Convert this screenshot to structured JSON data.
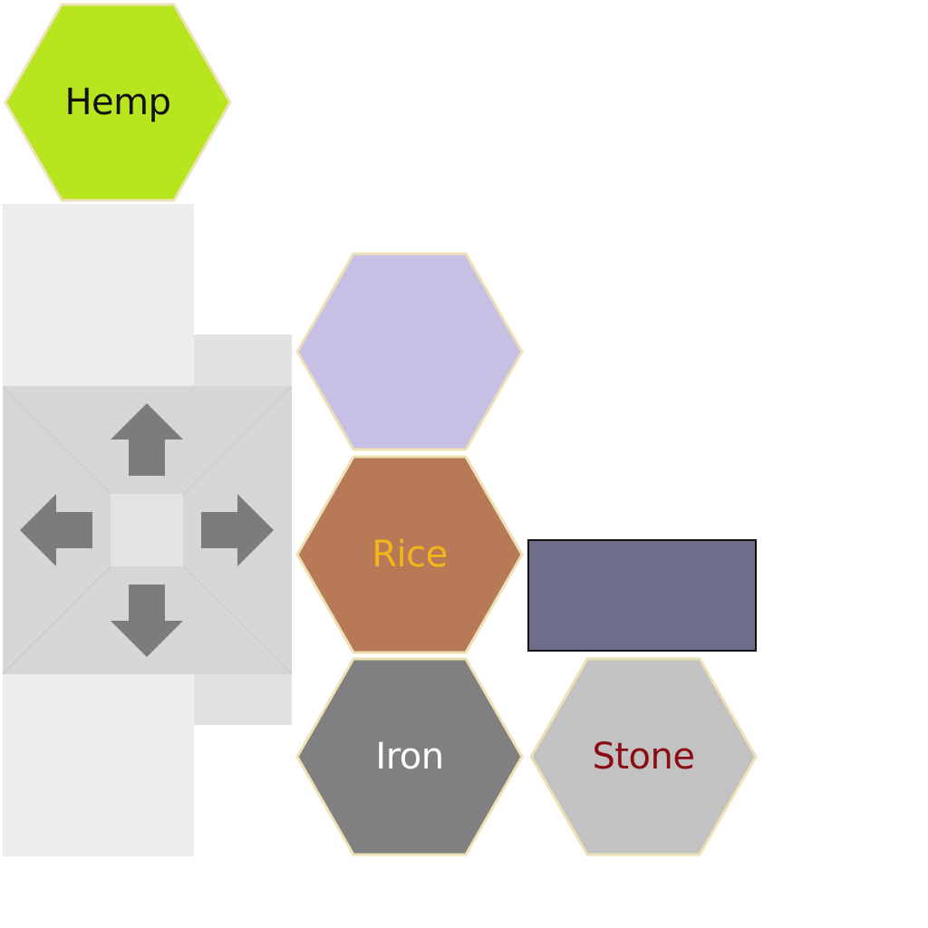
{
  "tiles": [
    {
      "id": "hemp",
      "label": "Hemp",
      "fill": "#b8e61e",
      "text_color": "#111111"
    },
    {
      "id": "purple",
      "label": "",
      "fill": "#c7c0e5",
      "text_color": "#111111"
    },
    {
      "id": "rice",
      "label": "Rice",
      "fill": "#b87a56",
      "text_color": "#f2b51a"
    },
    {
      "id": "iron",
      "label": "Iron",
      "fill": "#808080",
      "text_color": "#ffffff"
    },
    {
      "id": "stone",
      "label": "Stone",
      "fill": "#c2c2c2",
      "text_color": "#8a0c14"
    }
  ],
  "tile_border_color": "#ece2b6",
  "slot": {
    "fill": "#6e6e8a",
    "border": "#111111"
  },
  "dpad": {
    "arrows": [
      "up",
      "down",
      "left",
      "right"
    ],
    "arrow_color": "#7c7c7c",
    "pad_color": "#d6d6d6",
    "center_color": "#e3e3e3"
  },
  "panel_colors": {
    "light": "#ededed",
    "mid": "#e2e2e2"
  }
}
